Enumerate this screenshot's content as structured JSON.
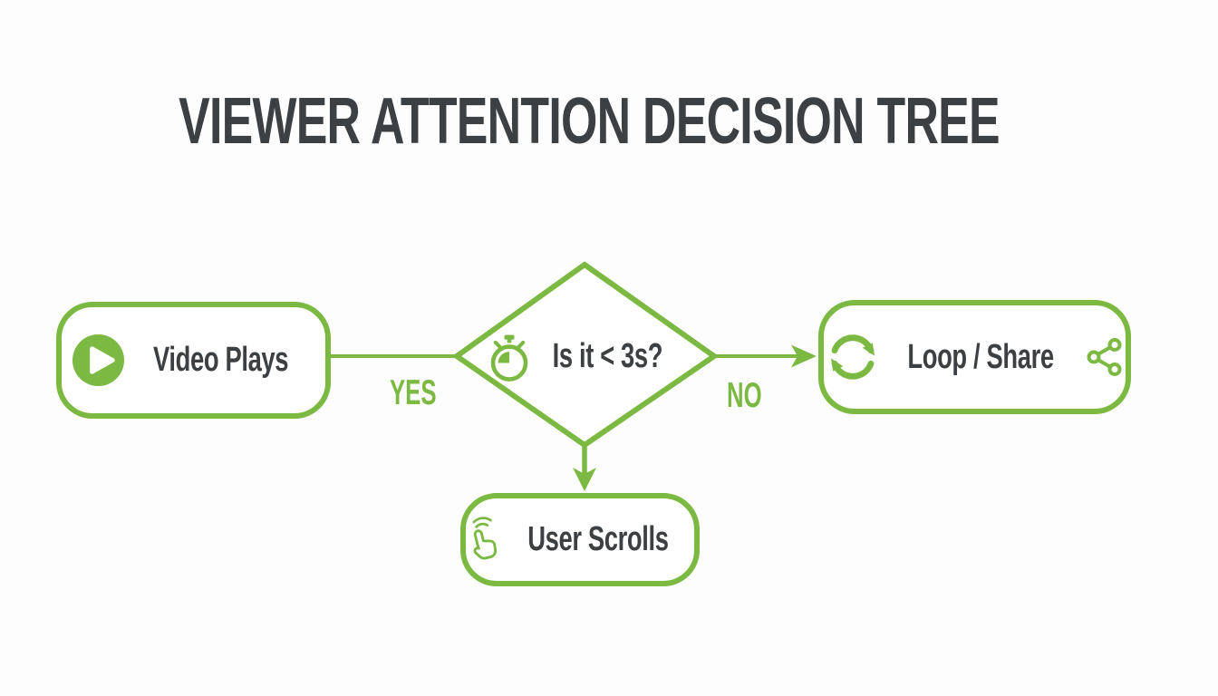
{
  "diagram": {
    "title": "VIEWER ATTENTION DECISION TREE",
    "nodes": {
      "start": {
        "label": "Video Plays",
        "icon": "play-icon"
      },
      "decision": {
        "label": "Is it < 3s?",
        "icon": "stopwatch-icon"
      },
      "loop_share": {
        "label": "Loop / Share",
        "icon_left": "loop-refresh-icon",
        "icon_right": "share-icon"
      },
      "user_scrolls": {
        "label": "User Scrolls",
        "icon": "tap-hand-icon"
      }
    },
    "edges": [
      {
        "from": "Video Plays",
        "to": "Is it < 3s?",
        "label": "YES"
      },
      {
        "from": "Is it < 3s?",
        "to": "Loop / Share",
        "label": "NO"
      },
      {
        "from": "Is it < 3s?",
        "to": "User Scrolls",
        "label": ""
      }
    ],
    "colors": {
      "accent_green": "#7cb942",
      "text_dark": "#3d4043",
      "node_fill": "#ffffff",
      "background": "#fdfdfd"
    }
  }
}
